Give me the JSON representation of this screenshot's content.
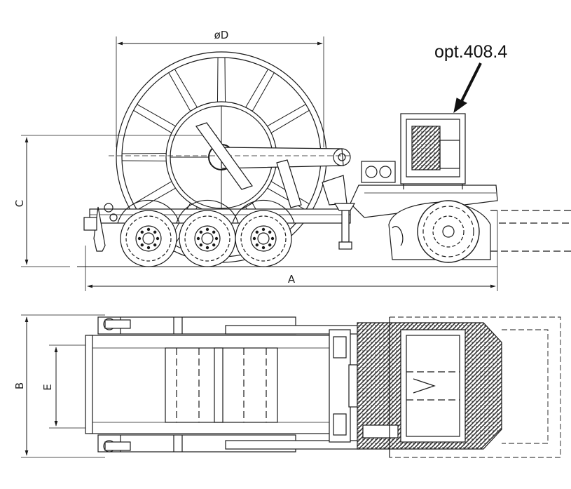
{
  "callout": {
    "label": "opt.408.4"
  },
  "dimensions": {
    "diameter": "øD",
    "length": "A",
    "height": "C",
    "width": "B",
    "inner_width": "E"
  },
  "colors": {
    "ink": "#1a1a1a",
    "hatch": "#333333"
  }
}
